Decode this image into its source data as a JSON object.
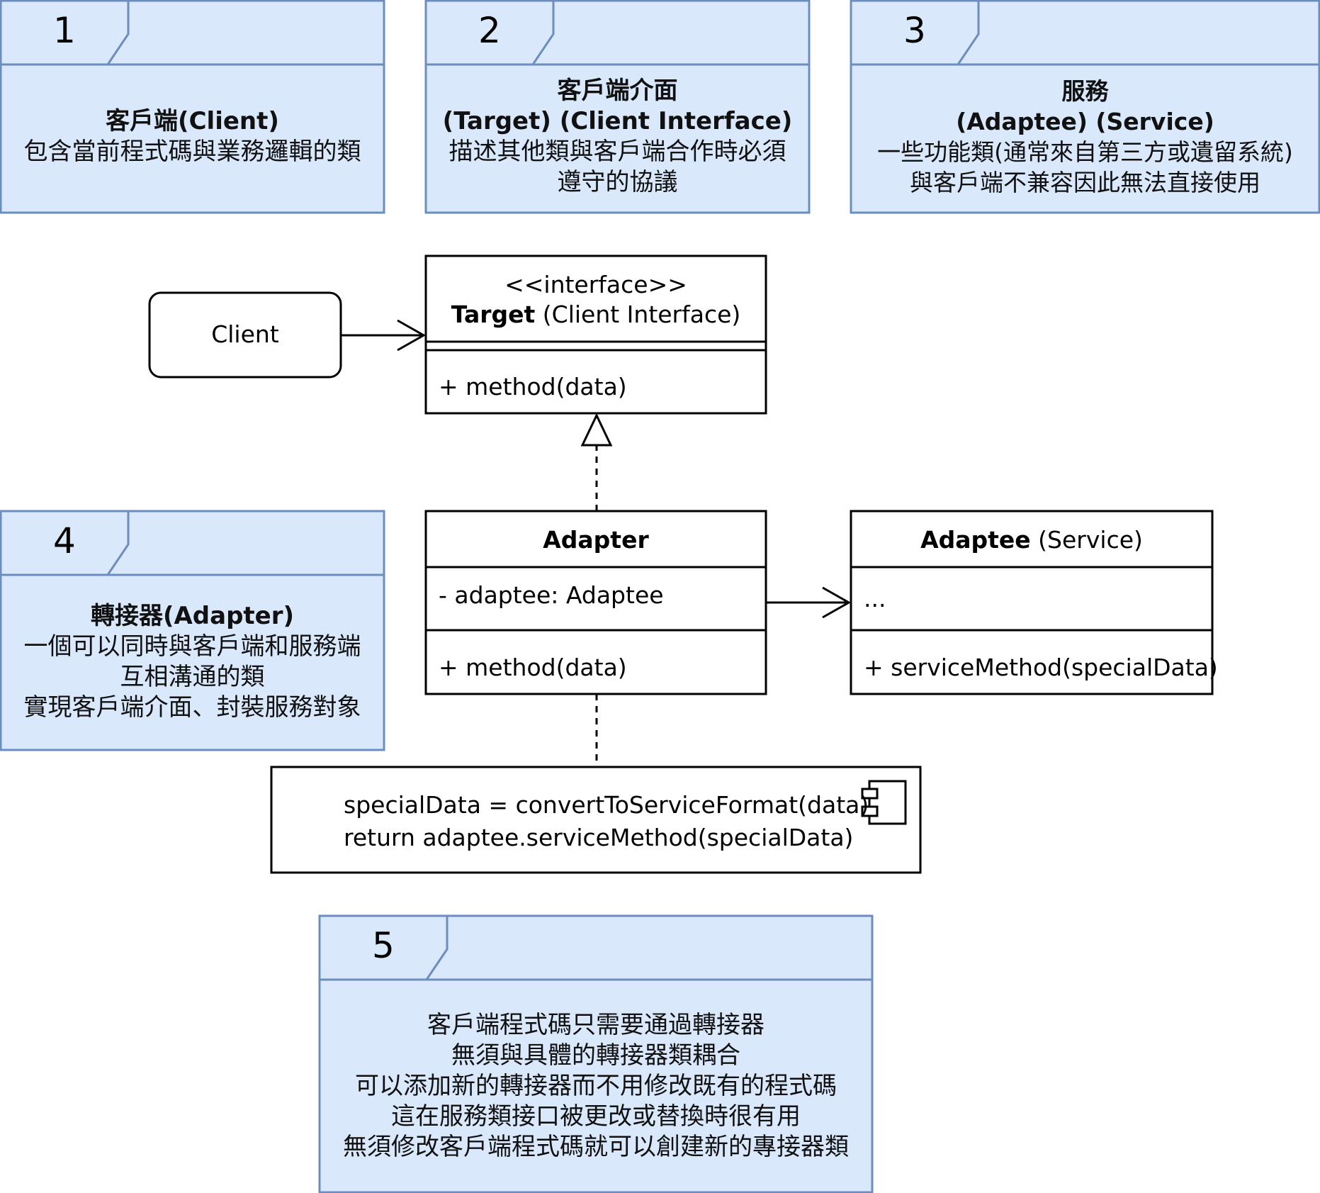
{
  "notes": [
    {
      "number": "1",
      "title": "客戶端(Client)",
      "lines": [
        "包含當前程式碼與業務邏輯的類"
      ]
    },
    {
      "number": "2",
      "title_lines": [
        "客戶端介面",
        "(Target) (Client Interface)"
      ],
      "lines": [
        "描述其他類與客戶端合作時必須",
        "遵守的協議"
      ]
    },
    {
      "number": "3",
      "title_lines": [
        "服務",
        "(Adaptee) (Service)"
      ],
      "lines": [
        "一些功能類(通常來自第三方或遺留系統)",
        "與客戶端不兼容因此無法直接使用"
      ]
    },
    {
      "number": "4",
      "title": "轉接器(Adapter)",
      "lines": [
        "一個可以同時與客戶端和服務端",
        "互相溝通的類",
        "實現客戶端介面、封裝服務對象"
      ]
    },
    {
      "number": "5",
      "lines": [
        "客戶端程式碼只需要通過轉接器",
        "無須與具體的轉接器類耦合",
        "可以添加新的轉接器而不用修改既有的程式碼",
        "這在服務類接口被更改或替換時很有用",
        "無須修改客戶端程式碼就可以創建新的專接器類"
      ]
    }
  ],
  "client": {
    "label": "Client"
  },
  "target": {
    "stereotype": "<<interface>>",
    "name": "Target",
    "name_suffix": " (Client Interface)",
    "method": "+ method(data)"
  },
  "adapter": {
    "name": "Adapter",
    "field": "- adaptee: Adaptee",
    "method": "+ method(data)"
  },
  "adaptee": {
    "name": "Adaptee",
    "name_suffix": " (Service)",
    "field": "...",
    "method": "+ serviceMethod(specialData)"
  },
  "code_note": {
    "lines": [
      "specialData = convertToServiceFormat(data)",
      "return adaptee.serviceMethod(specialData)"
    ],
    "icon": "component-icon"
  },
  "colors": {
    "note_fill": "#dae8fc",
    "note_stroke": "#6c8ebf",
    "line": "#000000"
  }
}
